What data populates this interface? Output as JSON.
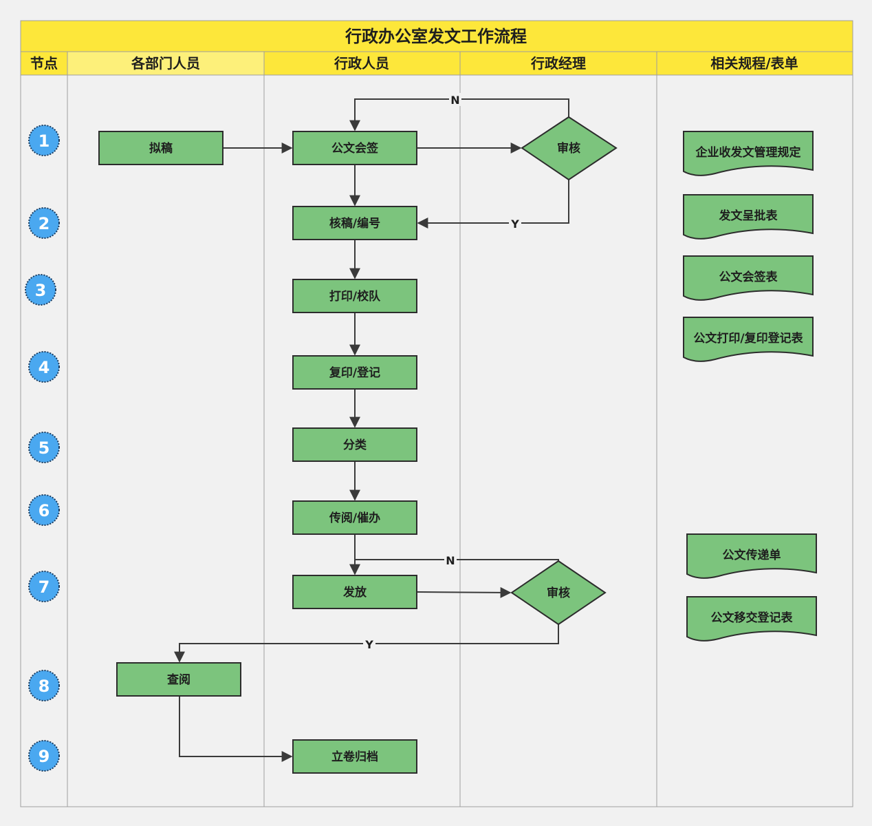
{
  "title": "行政办公室发文工作流程",
  "lanes": [
    {
      "id": "step",
      "label": "节点"
    },
    {
      "id": "dept",
      "label": "各部门人员"
    },
    {
      "id": "admin",
      "label": "行政人员"
    },
    {
      "id": "manager",
      "label": "行政经理"
    },
    {
      "id": "docs",
      "label": "相关规程/表单"
    }
  ],
  "steps": [
    "1",
    "2",
    "3",
    "4",
    "5",
    "6",
    "7",
    "8",
    "9"
  ],
  "nodes": {
    "draft": "拟稿",
    "countersign": "公文会签",
    "review1": "审核",
    "verify_number": "核稿/编号",
    "print_proofread": "打印/校队",
    "copy_register": "复印/登记",
    "classify": "分类",
    "circulate_urge": "传阅/催办",
    "distribute": "发放",
    "review2": "审核",
    "consult": "查阅",
    "archive": "立卷归档"
  },
  "documents": [
    "企业收发文管理规定",
    "发文呈批表",
    "公文会签表",
    "公文打印/复印登记表",
    "公文传递单",
    "公文移交登记表"
  ],
  "edge_labels": {
    "review1_no": "N",
    "review1_yes": "Y",
    "review2_no": "N",
    "review2_yes": "Y"
  }
}
